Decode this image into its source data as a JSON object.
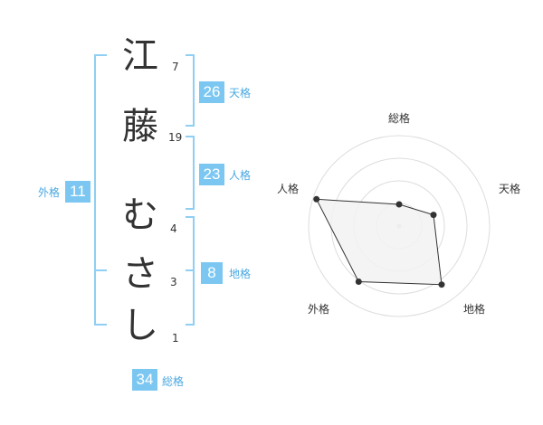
{
  "name": {
    "chars": [
      "江",
      "藤",
      "む",
      "さ",
      "し"
    ],
    "strokes": [
      "7",
      "19",
      "4",
      "3",
      "1"
    ]
  },
  "kakusu": {
    "tenkaku": {
      "value": "26",
      "label": "天格"
    },
    "jinkaku": {
      "value": "23",
      "label": "人格"
    },
    "chikaku": {
      "value": "8",
      "label": "地格"
    },
    "gaikaku": {
      "value": "11",
      "label": "外格"
    },
    "soukaku": {
      "value": "34",
      "label": "総格"
    }
  },
  "chart_data": {
    "type": "radar",
    "axes": [
      "総格",
      "天格",
      "地格",
      "外格",
      "人格"
    ],
    "rings": 4,
    "values": [
      1.2,
      2.0,
      4.0,
      3.8,
      4.8
    ],
    "max": 5,
    "grid": true,
    "colors": {
      "fill": "#f2f2f2",
      "line": "#333333",
      "grid": "#dddddd",
      "point": "#333333"
    }
  }
}
